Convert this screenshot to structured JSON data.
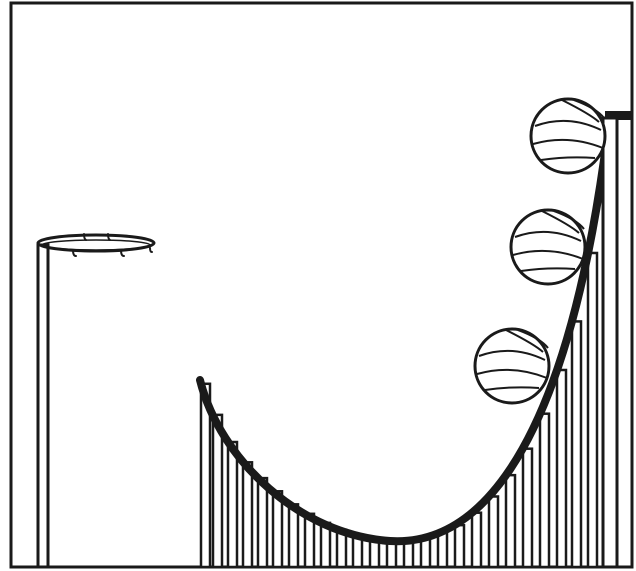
{
  "scene": {
    "objects": {
      "hoop": "basketball-hoop",
      "ramp": "curved-ramp",
      "balls": [
        "basketball",
        "basketball",
        "basketball"
      ]
    },
    "colors": {
      "stroke": "#1a1a1a",
      "background": "#ffffff"
    }
  }
}
